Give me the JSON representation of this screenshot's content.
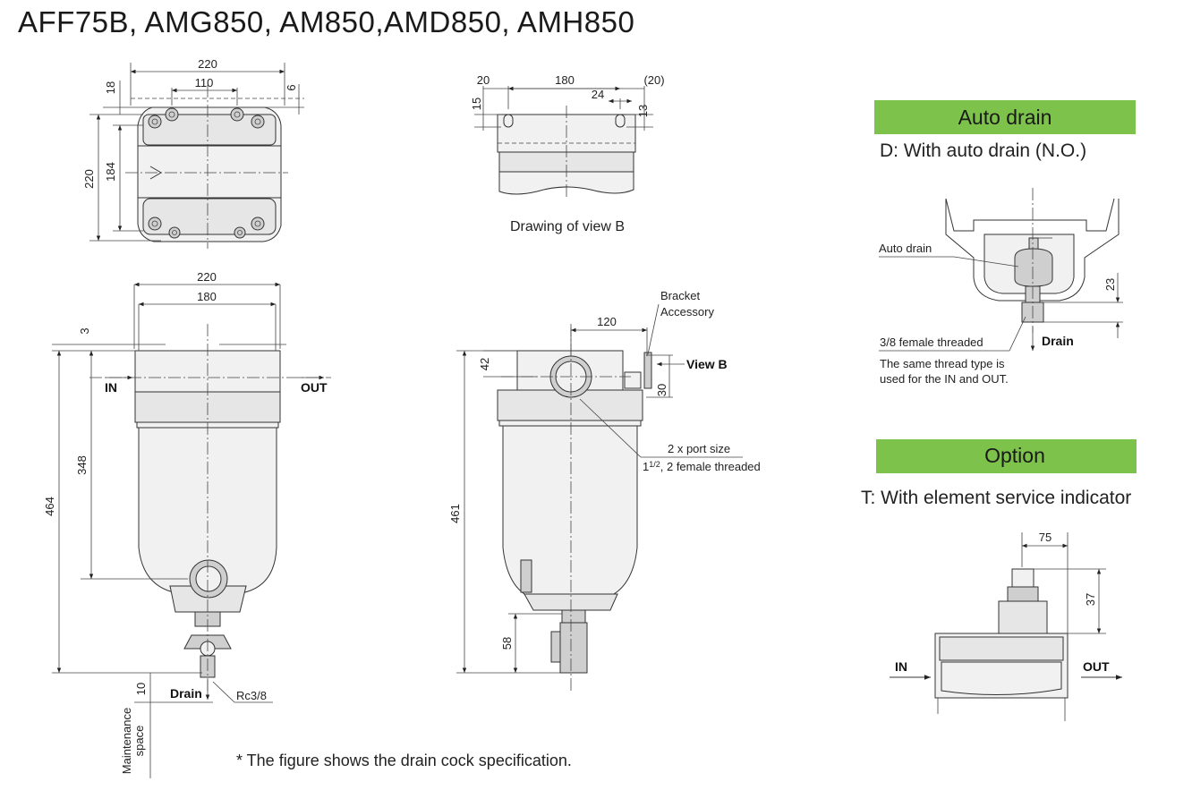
{
  "title": "AFF75B, AMG850, AM850,AMD850, AMH850",
  "top_view": {
    "dims": [
      "220",
      "110",
      "18",
      "6",
      "220",
      "184"
    ]
  },
  "view_b": {
    "dims": [
      "20",
      "180",
      "(20)",
      "24",
      "15",
      "13"
    ],
    "caption": "Drawing of view B"
  },
  "front_view": {
    "dims": [
      "220",
      "180",
      "3",
      "464",
      "348",
      "10"
    ],
    "in_label": "IN",
    "out_label": "OUT",
    "drain_label": "Drain",
    "port_label": "Rc3/8",
    "maintenance_label_1": "Maintenance",
    "maintenance_label_2": "space"
  },
  "side_view": {
    "dims": [
      "120",
      "42",
      "30",
      "461",
      "58"
    ],
    "bracket_label_1": "Bracket",
    "bracket_label_2": "Accessory",
    "view_b_label": "View B",
    "port_note_1": "2 x port size",
    "port_note_2_main": "1",
    "port_note_2_frac": "1/2",
    "port_note_2_rest": ", 2 female threaded"
  },
  "auto_drain": {
    "header": "Auto drain",
    "subtitle": "D: With auto drain (N.O.)",
    "auto_drain_label": "Auto drain",
    "dim": "23",
    "thread_label": "3/8 female threaded",
    "drain_label": "Drain",
    "note_1": "The same thread type is",
    "note_2": "used for the IN and OUT."
  },
  "option": {
    "header": "Option",
    "subtitle": "T: With element service indicator",
    "dims": [
      "75",
      "37"
    ],
    "in_label": "IN",
    "out_label": "OUT"
  },
  "footnote": "* The figure shows the drain cock specification.",
  "colors": {
    "header_bg": "#7dc24b",
    "line": "#333333"
  }
}
